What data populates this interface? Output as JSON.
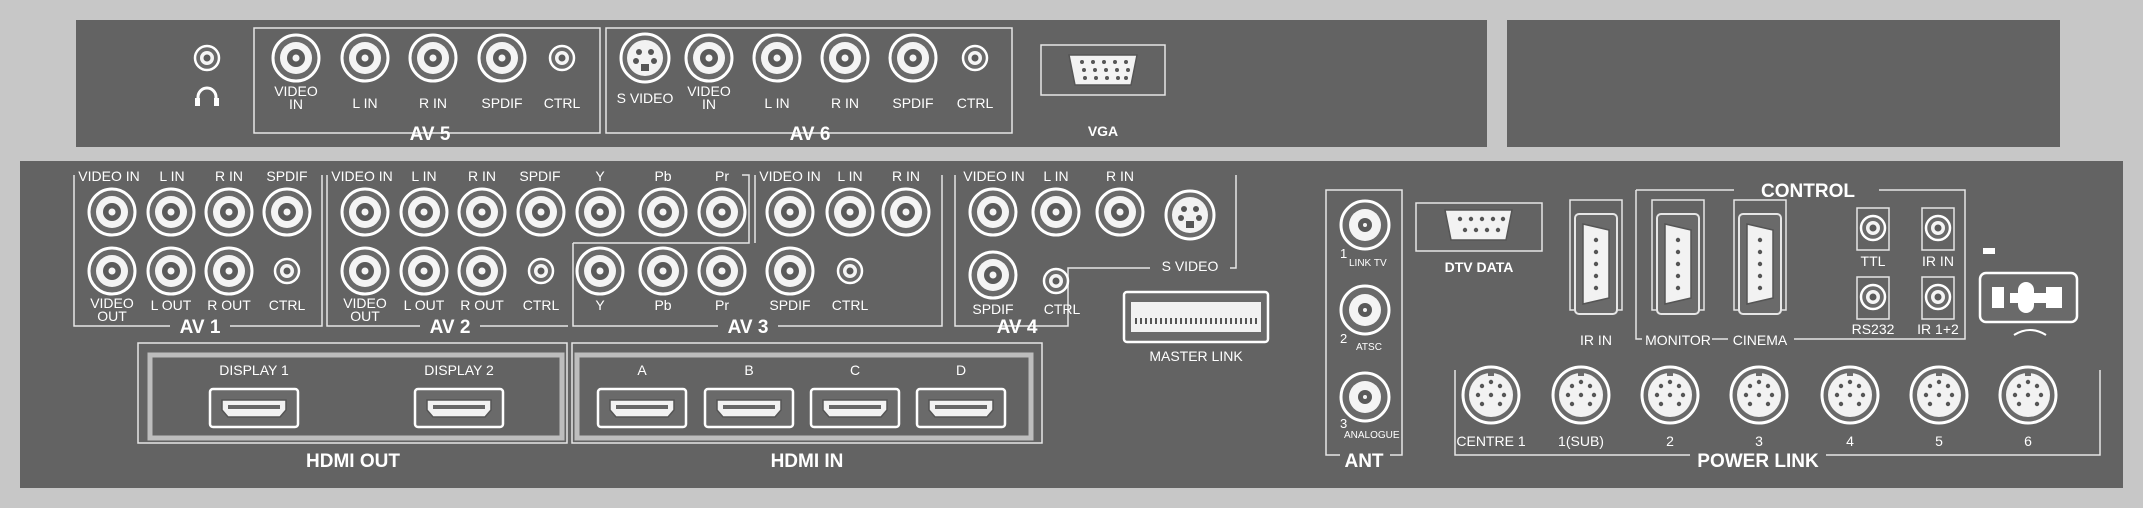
{
  "colors": {
    "background": "#c7c7c7",
    "panel": "#636363",
    "line": "#e6e6e6",
    "jack": "#f2f2f2",
    "hole": "#555555"
  },
  "top_left": {
    "headphone_icon": "headphone-icon",
    "av5": {
      "title": "AV 5",
      "labels": [
        "VIDEO",
        "IN",
        "L  IN",
        "R  IN",
        "SPDIF",
        "CTRL"
      ]
    },
    "av6": {
      "title": "AV 6",
      "labels": [
        "S VIDEO",
        "VIDEO",
        "IN",
        "L  IN",
        "R  IN",
        "SPDIF",
        "CTRL"
      ]
    },
    "vga": "VGA"
  },
  "bottom": {
    "av1": {
      "title": "AV 1",
      "top_labels": [
        "VIDEO IN",
        "L IN",
        "R IN",
        "SPDIF"
      ],
      "bottom_labels": [
        "VIDEO",
        "OUT",
        "L OUT",
        "R OUT",
        "CTRL"
      ]
    },
    "av2": {
      "title": "AV 2",
      "top_labels": [
        "VIDEO IN",
        "L IN",
        "R IN",
        "SPDIF",
        "Y",
        "Pb",
        "Pr"
      ],
      "bottom_labels": [
        "VIDEO",
        "OUT",
        "L OUT",
        "R OUT",
        "CTRL"
      ]
    },
    "av3": {
      "title": "AV 3",
      "top_labels": [
        "VIDEO IN",
        "L IN",
        "R IN"
      ],
      "bottom_labels": [
        "Y",
        "Pb",
        "Pr",
        "SPDIF",
        "CTRL"
      ]
    },
    "av4": {
      "title": "AV 4",
      "top_labels": [
        "VIDEO IN",
        "L IN",
        "R IN"
      ],
      "bottom_labels": [
        "SPDIF",
        "CTRL",
        "S VIDEO"
      ]
    },
    "master_link": "MASTER LINK",
    "hdmi_out": {
      "title": "HDMI  OUT",
      "ports": [
        "DISPLAY 1",
        "DISPLAY 2"
      ]
    },
    "hdmi_in": {
      "title": "HDMI  IN",
      "ports": [
        "A",
        "B",
        "C",
        "D"
      ]
    },
    "ant": {
      "title": "ANT",
      "ports": [
        {
          "num": "1",
          "sub": "LINK TV"
        },
        {
          "num": "2",
          "sub": "ATSC"
        },
        {
          "num": "3",
          "sub": "ANALOGUE"
        }
      ]
    },
    "dtv_data": "DTV DATA",
    "control": {
      "title": "CONTROL",
      "labels": [
        "IR IN",
        "MONITOR",
        "CINEMA",
        "TTL",
        "IR IN",
        "RS232",
        "IR 1+2"
      ]
    },
    "power_link": {
      "title": "POWER LINK",
      "ports": [
        "CENTRE 1",
        "1(SUB)",
        "2",
        "3",
        "4",
        "5",
        "6"
      ]
    }
  }
}
